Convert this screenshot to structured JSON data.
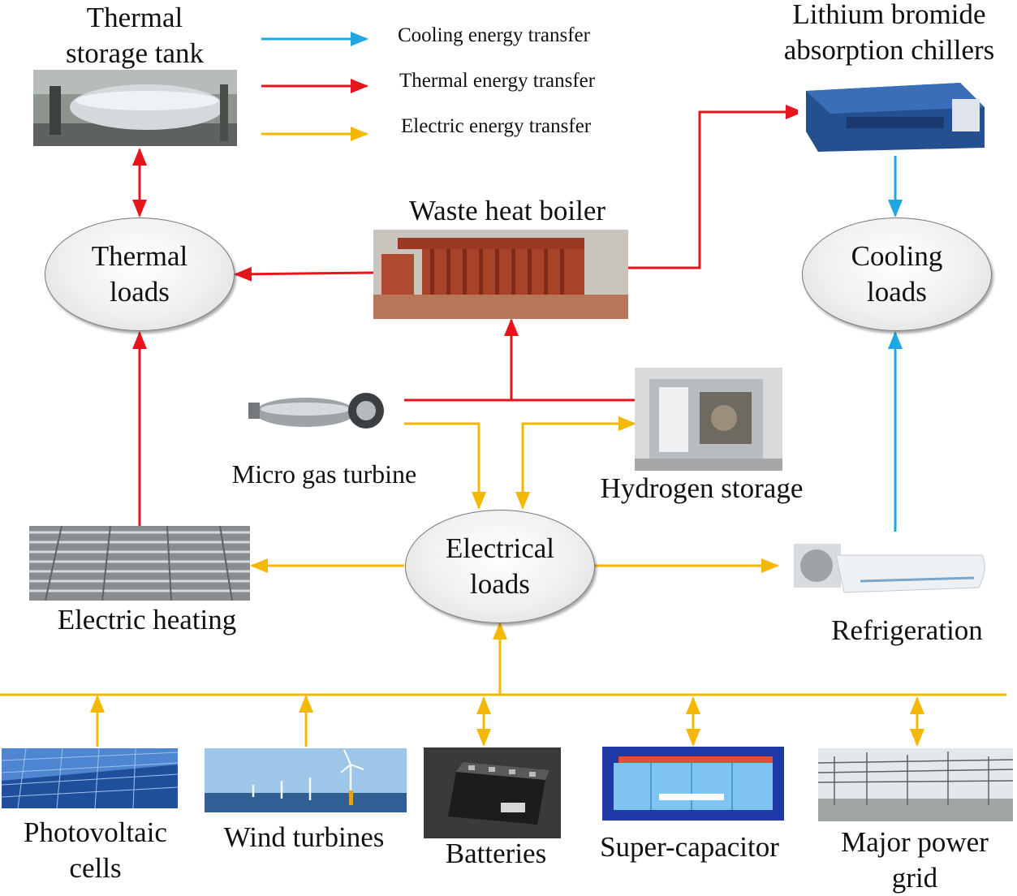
{
  "legend": {
    "cooling": "Cooling energy transfer",
    "thermal": "Thermal energy transfer",
    "electric": "Electric energy transfer"
  },
  "colors": {
    "cooling": "#1ea7e1",
    "thermal": "#e8141b",
    "electric": "#f5b800"
  },
  "nodes": {
    "thermal_storage_tank": "Thermal\nstorage tank",
    "lithium_bromide_chillers": "Lithium bromide\nabsorption chillers",
    "waste_heat_boiler": "Waste heat boiler",
    "thermal_loads": "Thermal\nloads",
    "cooling_loads": "Cooling\nloads",
    "micro_gas_turbine": "Micro gas turbine",
    "hydrogen_storage": "Hydrogen storage",
    "electrical_loads": "Electrical\nloads",
    "electric_heating": "Electric heating",
    "refrigeration": "Refrigeration",
    "photovoltaic_cells": "Photovoltaic\ncells",
    "wind_turbines": "Wind turbines",
    "batteries": "Batteries",
    "super_capacitor": "Super-capacitor",
    "major_power_grid": "Major power\ngrid"
  }
}
